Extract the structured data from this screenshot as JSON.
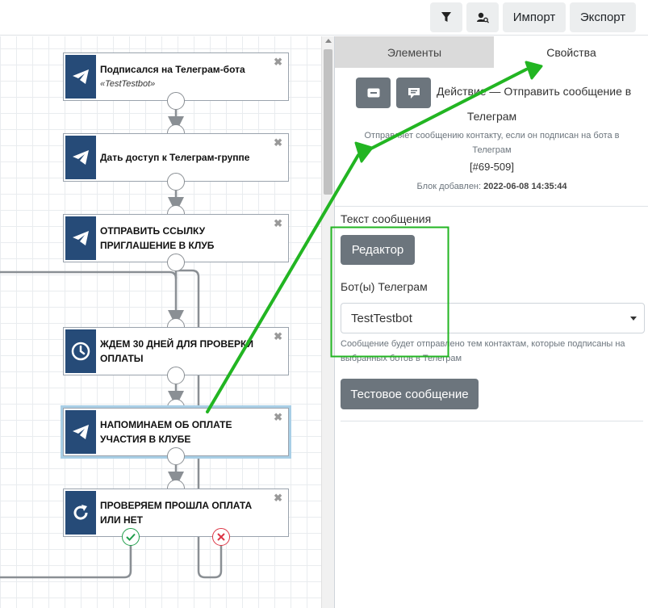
{
  "toolbar": {
    "filter_icon": "filter-icon",
    "user_search_icon": "user-search-icon",
    "import_label": "Импорт",
    "export_label": "Экспорт"
  },
  "flow": {
    "blocks": [
      {
        "title": "Подписался на Телеграм-бота",
        "subtitle": "«TestTestbot»",
        "icon": "telegram-icon"
      },
      {
        "title": "Дать доступ к Телеграм-группе",
        "icon": "telegram-icon"
      },
      {
        "title": "ОТПРАВИТЬ ССЫЛКУ ПРИГЛАШЕНИЕ В КЛУБ",
        "icon": "telegram-icon"
      },
      {
        "title": "ЖДЕМ 30 ДНЕЙ ДЛЯ ПРОВЕРКИ ОПЛАТЫ",
        "icon": "clock-icon"
      },
      {
        "title": "НАПОМИНАЕМ ОБ ОПЛАТЕ УЧАСТИЯ В КЛУБЕ",
        "icon": "telegram-icon",
        "selected": true
      },
      {
        "title": "ПРОВЕРЯЕМ ПРОШЛА ОПЛАТА ИЛИ НЕТ",
        "icon": "refresh-icon"
      }
    ],
    "close_glyph": "✖"
  },
  "panel": {
    "tabs": {
      "elements": "Элементы",
      "properties": "Свойства"
    },
    "action_title_1": "Действие — Отправить сообщение в",
    "action_title_2": "Телеграм",
    "description_1": "Отправляет сообщению контакту, если он подписан на бота в",
    "description_2": "Телеграм",
    "block_id": "[#69-509]",
    "added_label": "Блок добавлен:",
    "added_date": "2022-06-08 14:35:44",
    "message_text_label": "Текст сообщения",
    "editor_button": "Редактор",
    "bots_label": "Бот(ы) Телеграм",
    "bot_selected": "TestTestbot",
    "bots_hint_1": "Сообщение будет отправлено тем контактам, которые подписаны на",
    "bots_hint_2": "выбранных ботов в Телеграм",
    "test_button": "Тестовое сообщение"
  },
  "colors": {
    "block_icon_bg": "#264b78",
    "button_gray": "#6c757d",
    "annotation_green": "#22b522",
    "success_green": "#1e9e4a",
    "fail_red": "#dc3545"
  }
}
